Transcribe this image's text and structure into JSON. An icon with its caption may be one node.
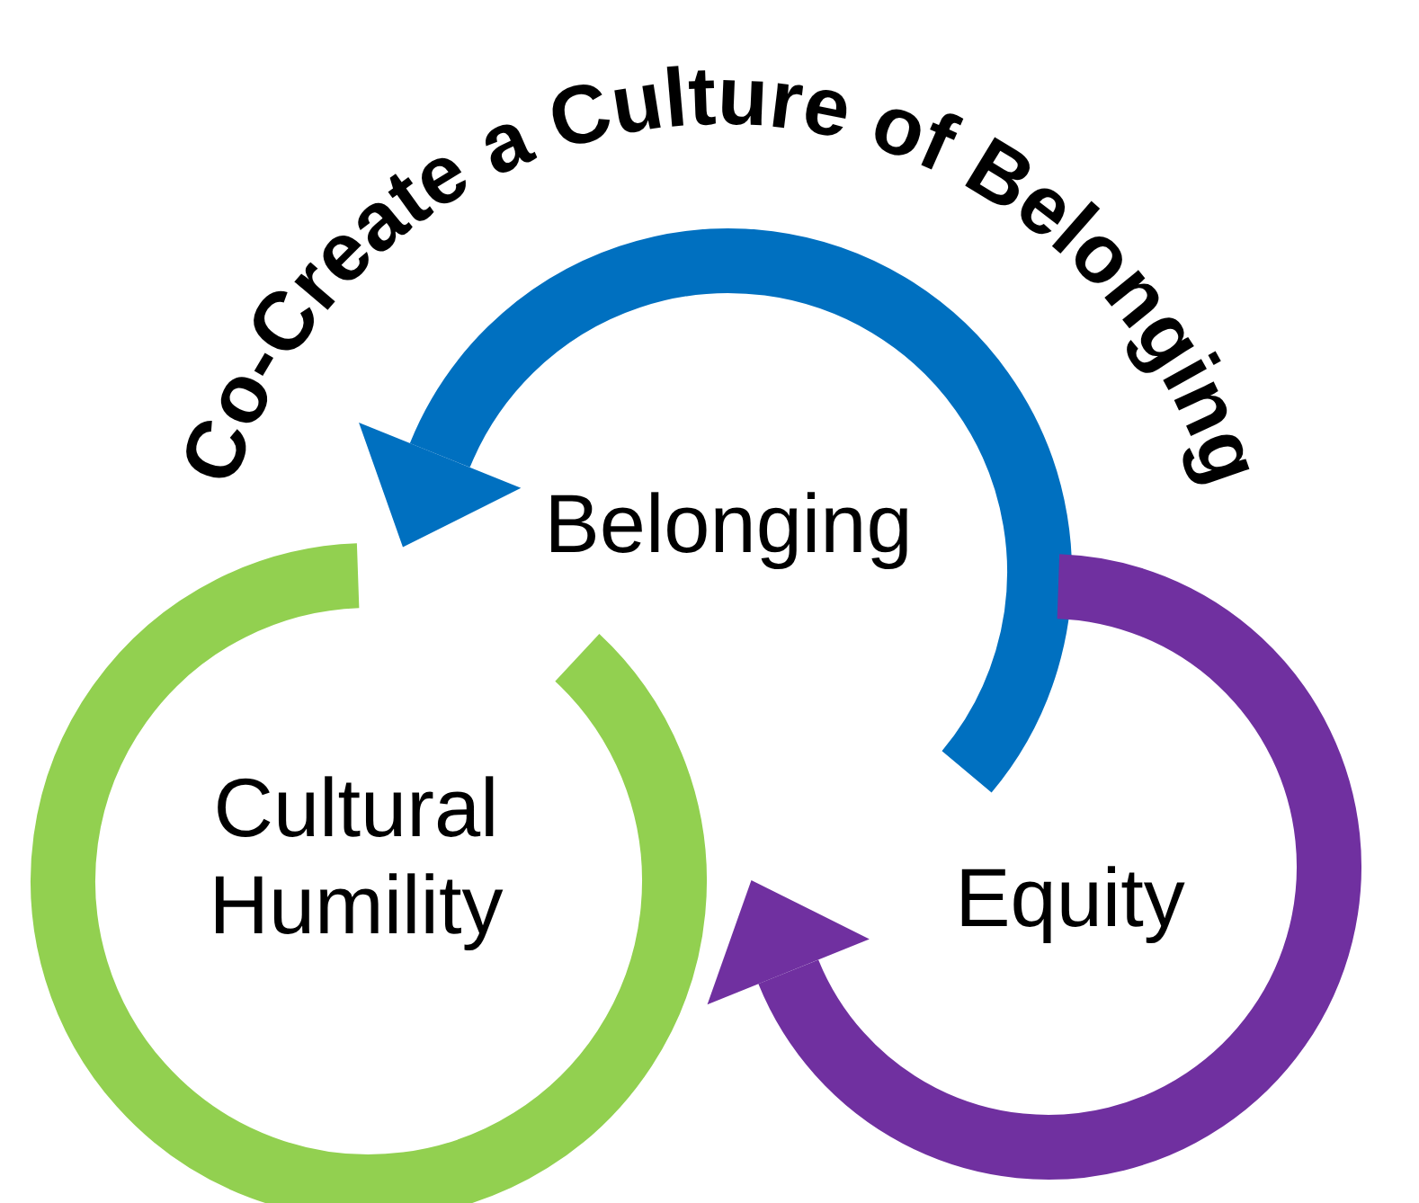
{
  "diagram": {
    "title": "Co-Create a Culture of Belonging",
    "nodes": [
      {
        "text": [
          "Belonging"
        ]
      },
      {
        "text": [
          "Cultural Humility"
        ]
      },
      {
        "text": [
          "Equity"
        ]
      }
    ]
  }
}
